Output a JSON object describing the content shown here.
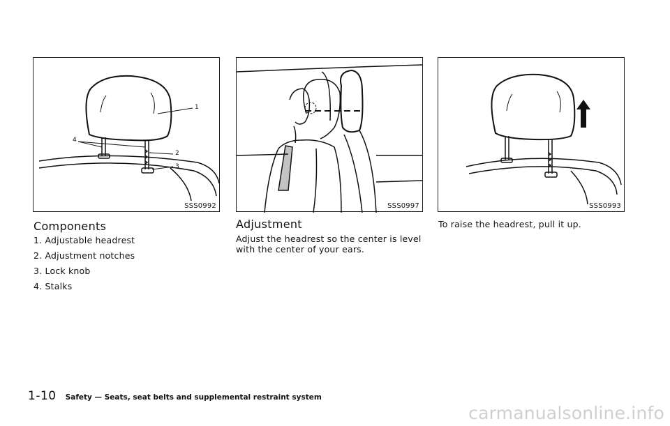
{
  "figures": [
    {
      "code": "SSS0992",
      "callouts": [
        "1",
        "2",
        "3",
        "4"
      ]
    },
    {
      "code": "SSS0997"
    },
    {
      "code": "SSS0993"
    }
  ],
  "components": {
    "title": "Components",
    "items": [
      "1. Adjustable headrest",
      "2. Adjustment notches",
      "3. Lock knob",
      "4. Stalks"
    ]
  },
  "adjustment": {
    "title": "Adjustment",
    "text": "Adjust the headrest so the center is level with the center of your ears."
  },
  "raise": {
    "text": "To raise the headrest, pull it up."
  },
  "footer": {
    "page_number": "1-10",
    "section": "Safety — Seats, seat belts and supplemental restraint system"
  },
  "watermark": "carmanualsonline.info"
}
